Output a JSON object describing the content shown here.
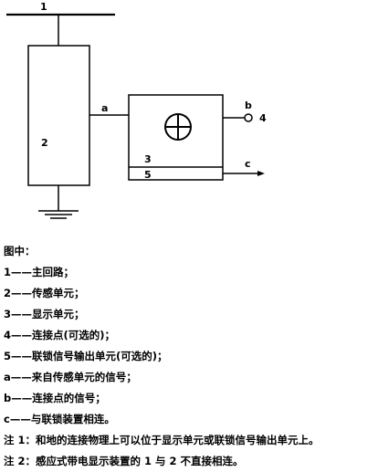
{
  "diagram": {
    "labels": {
      "main_circuit": "1",
      "sensor_unit": "2",
      "display_unit": "3",
      "connection_point": "4",
      "interlock_unit": "5",
      "signal_a": "a",
      "signal_b": "b",
      "signal_c": "c"
    }
  },
  "legend": {
    "heading": "图中：",
    "items": [
      "1——主回路；",
      "2——传感单元；",
      "3——显示单元；",
      "4——连接点(可选的)；",
      "5——联锁信号输出单元(可选的)；",
      "a——来自传感单元的信号；",
      "b——连接点的信号；",
      "c——与联锁装置相连。"
    ],
    "notes": [
      "注 1：和地的连接物理上可以位于显示单元或联锁信号输出单元上。",
      "注 2：感应式带电显示装置的 1 与 2 不直接相连。"
    ]
  }
}
